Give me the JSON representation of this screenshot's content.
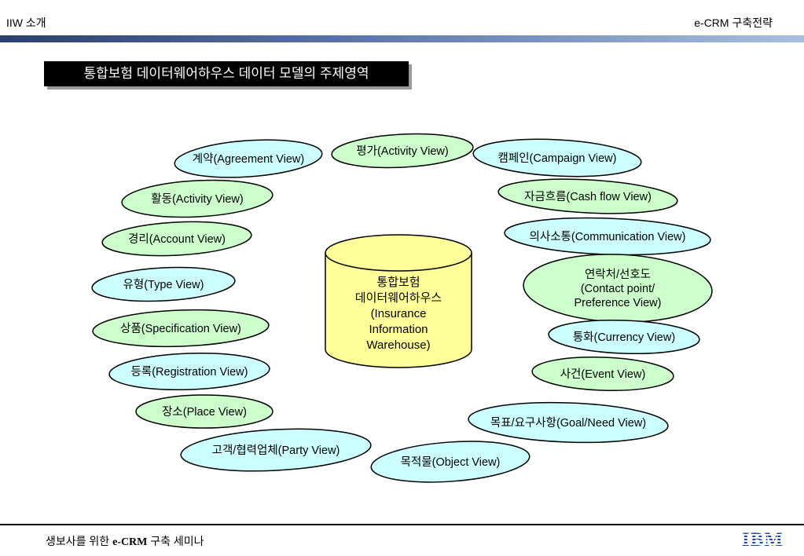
{
  "header": {
    "left": "IIW 소개",
    "right": "e-CRM 구축전략"
  },
  "title": "통합보험 데이터웨어하우스 데이터 모델의 주제영역",
  "center": [
    "통합보험",
    "데이터웨어하우스",
    "(Insurance",
    "Information",
    "Warehouse)"
  ],
  "views": [
    {
      "lines": [
        "계약(Agreement View)"
      ],
      "color": "cyan"
    },
    {
      "lines": [
        "평가(Activity View)"
      ],
      "color": "green"
    },
    {
      "lines": [
        "캠페인(Campaign View)"
      ],
      "color": "cyan"
    },
    {
      "lines": [
        "활동(Activity View)"
      ],
      "color": "green"
    },
    {
      "lines": [
        "자금흐름(Cash flow View)"
      ],
      "color": "green"
    },
    {
      "lines": [
        "경리(Account View)"
      ],
      "color": "green"
    },
    {
      "lines": [
        "의사소통(Communication View)"
      ],
      "color": "cyan"
    },
    {
      "lines": [
        "유형(Type View)"
      ],
      "color": "cyan"
    },
    {
      "lines": [
        "연락처/선호도",
        "(Contact point/",
        "Preference View)"
      ],
      "color": "green"
    },
    {
      "lines": [
        "상품(Specification View)"
      ],
      "color": "green"
    },
    {
      "lines": [
        "통화(Currency View)"
      ],
      "color": "cyan"
    },
    {
      "lines": [
        "등록(Registration View)"
      ],
      "color": "cyan"
    },
    {
      "lines": [
        "사건(Event View)"
      ],
      "color": "green"
    },
    {
      "lines": [
        "장소(Place View)"
      ],
      "color": "green"
    },
    {
      "lines": [
        "목표/요구사항(Goal/Need View)"
      ],
      "color": "cyan"
    },
    {
      "lines": [
        "고객/협력업체(Party View)"
      ],
      "color": "cyan"
    },
    {
      "lines": [
        "목적물(Object View)"
      ],
      "color": "cyan"
    }
  ],
  "colors": {
    "cyan": "#ccffff",
    "green": "#ccffcc",
    "cylinder": "#ffff99"
  },
  "footer": {
    "prefix": "생보사를 위한 ",
    "bold": "e-CRM",
    "suffix": " 구축 세미나",
    "logo": "IBM"
  }
}
